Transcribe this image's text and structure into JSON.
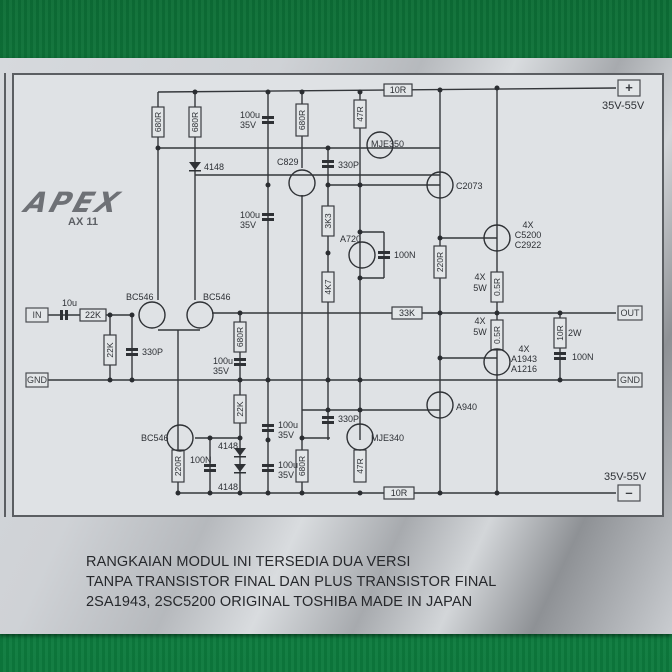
{
  "brand": {
    "logo": "APEX",
    "model": "AX 11"
  },
  "terminals": {
    "input": "IN",
    "gnd_left": "GND",
    "output": "OUT",
    "gnd_right": "GND",
    "vplus_symbol": "+",
    "vplus_label": "35V-55V",
    "vminus_symbol": "–",
    "vminus_label": "35V-55V"
  },
  "components": {
    "r_680r_a": "680R",
    "r_680r_b": "680R",
    "r_680r_c": "680R",
    "r_680r_d": "680R",
    "r_680r_e": "680R",
    "r_47r_top": "47R",
    "r_47r_bot": "47R",
    "r_10r_top": "10R",
    "r_10r_bot": "10R",
    "r_3k3": "3K3",
    "r_4k7": "4K7",
    "r_220r_mid": "220R",
    "r_220r_bot": "220R",
    "r_22k_in": "22K",
    "r_22k_shunt": "22K",
    "r_22k_mid": "22K",
    "r_33k": "33K",
    "r_05r_top": "0.5R",
    "r_05r_bot": "0.5R",
    "r_10r_zobel": "10R",
    "r_zobel_power": "2W",
    "pwr_top_qty": "4X",
    "pwr_top_rating": "5W",
    "pwr_bot_qty": "4X",
    "pwr_bot_rating": "5W",
    "c_10u": "10u",
    "c_330p_in": "330P",
    "c_330p_top": "330P",
    "c_330p_bot": "330P",
    "c_100n_vbe": "100N",
    "c_100n_zobel": "100N",
    "c_100n_bot": "100N",
    "c_100u_1": "100u",
    "c_100u_1v": "35V",
    "c_100u_2": "100u",
    "c_100u_2v": "35V",
    "c_100u_3": "100u",
    "c_100u_3v": "35V",
    "c_100u_4": "100u",
    "c_100u_4v": "35V",
    "c_100u_5": "100u",
    "c_100u_5v": "35V",
    "d_4148_top": "4148",
    "d_4148_a": "4148",
    "d_4148_b": "4148",
    "q_bc546_l": "BC546",
    "q_bc546_r": "BC546",
    "q_bc546_bot": "BC546",
    "q_c829": "C829",
    "q_mje350": "MJE350",
    "q_mje340": "MJE340",
    "q_a720": "A720",
    "q_c2073": "C2073",
    "q_a940": "A940",
    "q_npn_out_qty": "4X",
    "q_npn_out_1": "C5200",
    "q_npn_out_2": "C2922",
    "q_pnp_out_qty": "4X",
    "q_pnp_out_1": "A1943",
    "q_pnp_out_2": "A1216"
  },
  "caption": {
    "line1": "RANGKAIAN MODUL INI TERSEDIA DUA VERSI",
    "line2": "TANPA TRANSISTOR FINAL DAN PLUS TRANSISTOR FINAL",
    "line3": "2SA1943, 2SC5200 ORIGINAL TOSHIBA MADE IN JAPAN"
  }
}
